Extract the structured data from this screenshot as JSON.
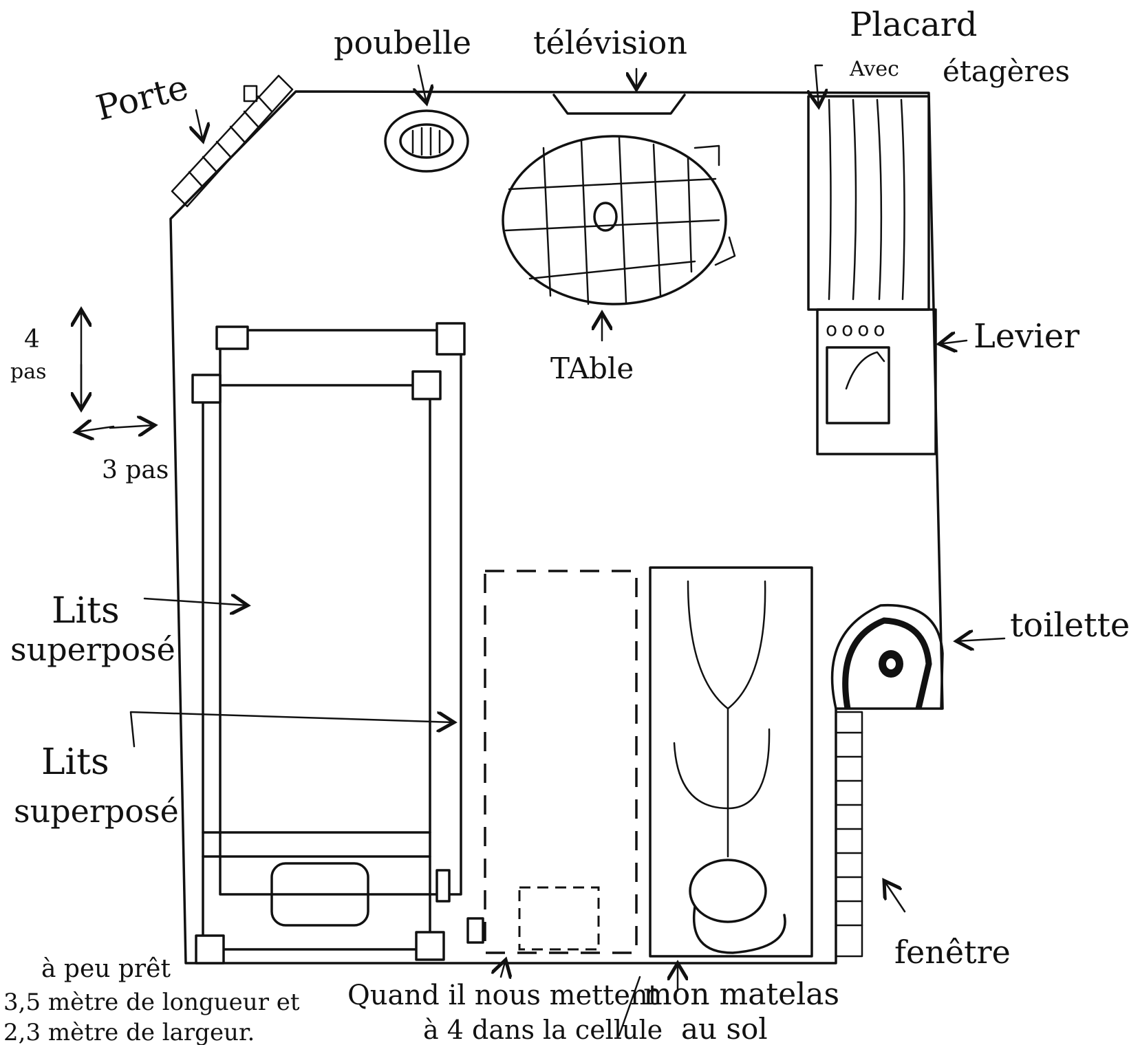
{
  "labels": {
    "porte": "Porte",
    "poubelle": "poubelle",
    "television": "télévision",
    "placard_line1": "Placard",
    "placard_line2": "Avec",
    "placard_line3": "étagères",
    "levier": "Levier",
    "table": "TAble",
    "toilette": "toilette",
    "fenetre": "fenêtre",
    "lits1_line1": "Lits",
    "lits1_line2": "superposé",
    "lits2_line1": "Lits",
    "lits2_line2": "superposé",
    "pas_vertical_line1": "4",
    "pas_vertical_line2": "pas",
    "pas_horizontal": "3 pas",
    "dimensions_line1": "à peu prêt",
    "dimensions_line2": "3,5 mètre de longueur et",
    "dimensions_line3": "2,3 mètre de largeur.",
    "quand_line1": "Quand il nous mettent",
    "quand_line2": "à 4 dans la cellule",
    "matelas_line1": "mon matelas",
    "matelas_line2": "au sol"
  },
  "sink_buttons": "oooo"
}
